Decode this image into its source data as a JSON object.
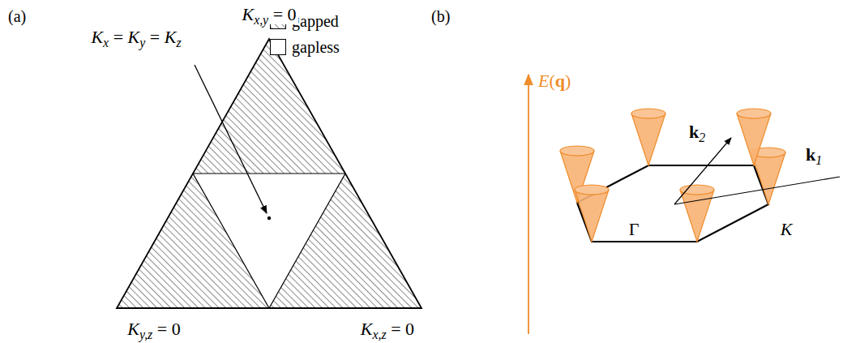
{
  "diagram": {
    "labels": [
      "(a)",
      "Kx,y = 0",
      "Kx = Ky = Kz",
      "Ky,z = 0",
      "Kx,z = 0",
      "(b)",
      "E(q)",
      "k2",
      "k1",
      "Γ",
      "K"
    ],
    "legend": [
      {
        "text": "gapped"
      },
      {
        "text": "gapless",
        "color": "#ffffff"
      }
    ]
  }
}
